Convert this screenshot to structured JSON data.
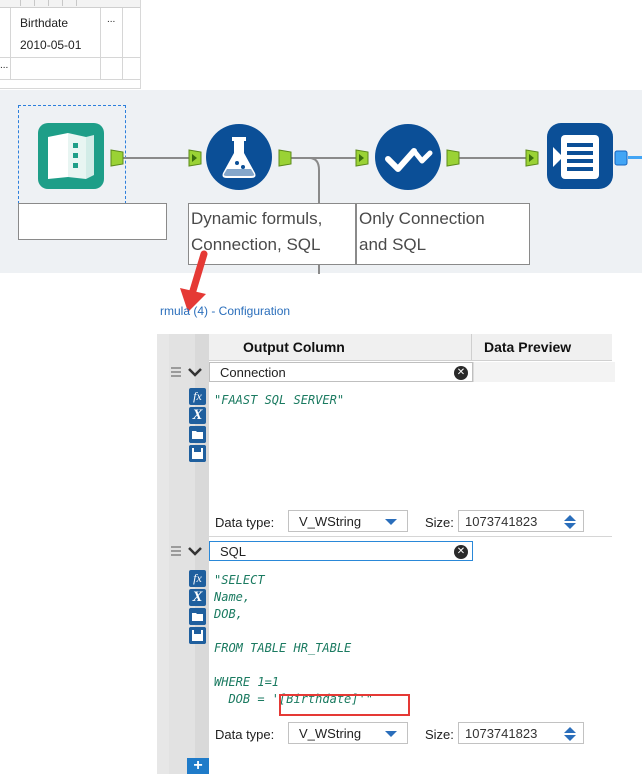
{
  "grid": {
    "header": "Birthdate",
    "ellipsis_header": "...",
    "value": "2010-05-01",
    "ellipsis_left": "..."
  },
  "workflow": {
    "tools": [
      {
        "icon": "input-book-icon",
        "color": "#1e9e88"
      },
      {
        "icon": "formula-flask-icon",
        "color": "#0b4f97"
      },
      {
        "icon": "checkmark-wave-icon",
        "color": "#0b4f97"
      },
      {
        "icon": "output-database-icon",
        "color": "#0b4f97"
      }
    ],
    "annotations": {
      "input": "",
      "formula_line1": "Dynamic formuls,",
      "formula_line2": "Connection, SQL",
      "only_line1": "Only Connection",
      "only_line2": "and SQL"
    }
  },
  "config": {
    "title": "rmula (4) - Configuration",
    "columns": {
      "output": "Output Column",
      "preview": "Data Preview"
    },
    "rows": [
      {
        "name": "Connection",
        "expression": "\"FAAST SQL SERVER\"",
        "data_type_label": "Data type:",
        "data_type": "V_WString",
        "size_label": "Size:",
        "size": "1073741823"
      },
      {
        "name": "SQL",
        "expression": "\"SELECT\nName,\nDOB,\n\nFROM TABLE HR_TABLE\n\nWHERE 1=1\n  DOB = '[Birthdate]'\"",
        "data_type_label": "Data type:",
        "data_type": "V_WString",
        "size_label": "Size:",
        "size": "1073741823"
      }
    ],
    "add_label": "+"
  },
  "colors": {
    "accent": "#1f7bc9",
    "highlight": "#e53935",
    "code": "#1a7a60",
    "arrow": "#e53935"
  }
}
